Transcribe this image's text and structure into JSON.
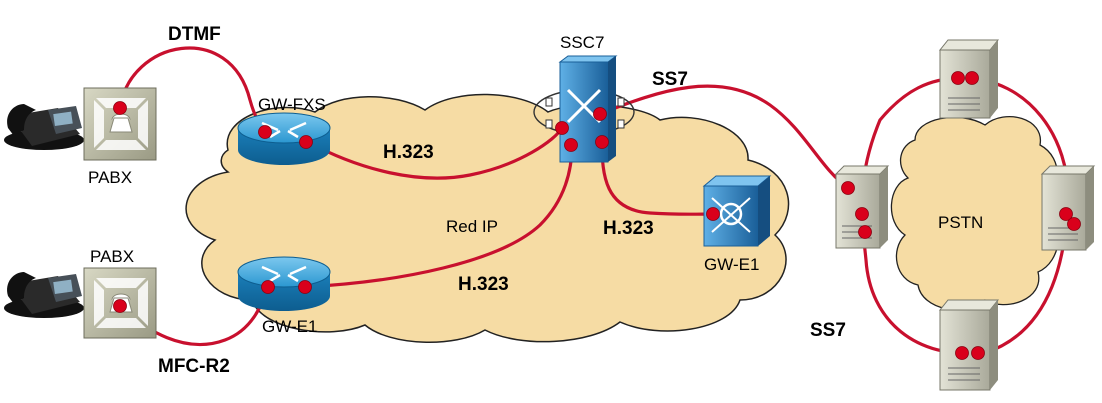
{
  "labels": {
    "dtmf": "DTMF",
    "mfc_r2": "MFC-R2",
    "h323_top": "H.323",
    "h323_middle": "H.323",
    "h323_bottom": "H.323",
    "ss7_top": "SS7",
    "ss7_bottom": "SS7",
    "red_ip": "Red IP",
    "pstn": "PSTN"
  },
  "devices": {
    "pabx_top": "PABX",
    "pabx_bottom": "PABX",
    "gw_fxs": "GW-FXS",
    "gw_e1_left": "GW-E1",
    "gw_e1_right": "GW-E1",
    "ssc7": "SSC7"
  },
  "colors": {
    "cloud": "#f6dca4",
    "cloud_edge": "#222222",
    "link": "#c8102e",
    "router": "#1e8ec7",
    "pabx_box": "#b8b8a0",
    "server": "#c7c7b8",
    "switch": "#2a7fc4"
  },
  "icons": {
    "telephone": "telephone-icon",
    "pabx": "pabx-icon",
    "router": "router-icon",
    "softswitch": "softswitch-icon",
    "gateway": "gateway-switch-icon",
    "server": "server-tower-icon"
  }
}
